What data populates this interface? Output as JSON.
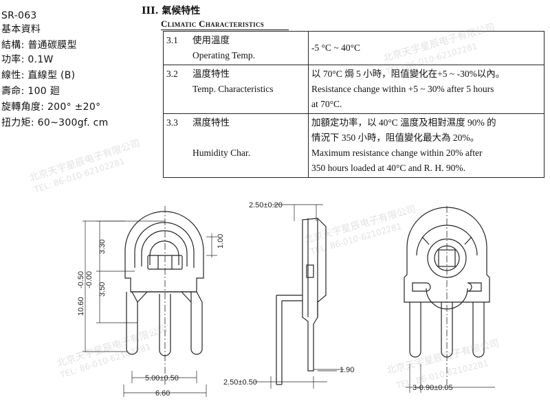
{
  "specs": {
    "model": "SR-063",
    "heading": "基本資料",
    "lines": [
      "結構:  普通碳膜型",
      "功率:  0.1W",
      "線性:  直線型 (B)",
      "壽命:  100 廻",
      "旋轉角度:  200° ±20°",
      "扭力矩:  60~300gf. cm"
    ]
  },
  "section": {
    "title": "III. 氣候特性",
    "table_title": "Climatic Characteristics"
  },
  "table": {
    "rows": [
      {
        "num": "3.1",
        "name_cn": "使用溫度",
        "name_en": "Operating Temp.",
        "value_lines": [
          "-5 °C ~ 40°C"
        ]
      },
      {
        "num": "3.2",
        "name_cn": "溫度特性",
        "name_en": "Temp. Characteristics",
        "value_lines": [
          "以 70°C 焗 5 小時，阻值變化在+5 ~ -30%以內。",
          "Resistance change within +5 ~ 30% after 5 hours",
          "at 70°C."
        ]
      },
      {
        "num": "3.3",
        "name_cn": "濕度特性",
        "name_en": "Humidity Char.",
        "value_lines": [
          "加額定功率，以 40°C 溫度及相對濕度 90% 的",
          "情況下 350 小時，阻值變化最大為 20%。",
          "Maximum resistance change within 20% after",
          "350 hours loaded at 40°C and R. H. 90%."
        ]
      }
    ]
  },
  "dimensions": {
    "top_width": "2.50±0.20",
    "dim_330": "3.30",
    "dim_350": "3.50",
    "dim_100": "1.00",
    "dim_1060": "10.60",
    "tol_1060_plus": "-0.50",
    "tol_1060_minus": "-0.00",
    "pin_spacing": "5.00±0.50",
    "overall_width": "6.60",
    "side_pitch": "2.50±0.50",
    "lead_190": "1.90",
    "pin_dia": "3-0.90±0.05"
  },
  "watermarks": {
    "company": "北京天宇星辰电子有限公司",
    "tel": "TEL: 86-010-62102281"
  }
}
